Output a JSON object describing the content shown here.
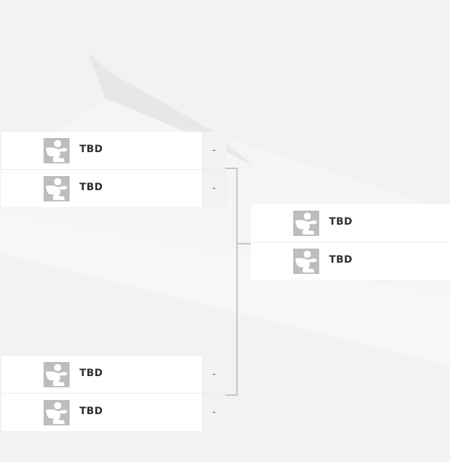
{
  "bracket": {
    "round1": [
      {
        "teams": [
          {
            "name": "TBD",
            "score": "-",
            "logo": "placeholder-team-logo-icon"
          },
          {
            "name": "TBD",
            "score": "-",
            "logo": "placeholder-team-logo-icon"
          }
        ]
      },
      {
        "teams": [
          {
            "name": "TBD",
            "score": "-",
            "logo": "placeholder-team-logo-icon"
          },
          {
            "name": "TBD",
            "score": "-",
            "logo": "placeholder-team-logo-icon"
          }
        ]
      }
    ],
    "round2": [
      {
        "teams": [
          {
            "name": "TBD",
            "logo": "placeholder-team-logo-icon"
          },
          {
            "name": "TBD",
            "logo": "placeholder-team-logo-icon"
          }
        ]
      }
    ]
  },
  "colors": {
    "background": "#f2f2f2",
    "card": "#ffffff",
    "connector": "#c4c4cc",
    "logo_gray": "#bdbdbd",
    "text": "#2d2d2d"
  }
}
